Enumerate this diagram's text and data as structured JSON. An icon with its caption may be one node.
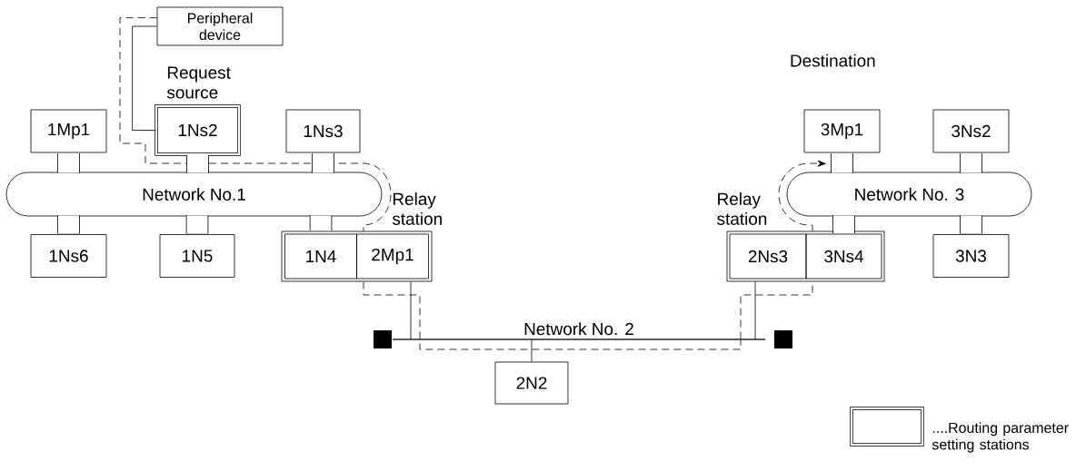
{
  "diagram": {
    "nodes": [
      {
        "text": [
          "Peripheral device"
        ]
      },
      {
        "text": [
          "Network No.1"
        ]
      },
      {
        "text": [
          "1Mp1"
        ]
      },
      {
        "text": [
          "1Ns2"
        ],
        "beside": [
          "Request source"
        ]
      },
      {
        "text": [
          "1Ns3"
        ]
      },
      {
        "text": [
          "1Ns6"
        ]
      },
      {
        "text": [
          "1N5"
        ]
      },
      {
        "text": [],
        "shape": "box",
        "beside": [
          "Relay station"
        ]
      },
      {
        "text": [
          "1N4"
        ],
        "in": 7
      },
      {
        "text": [
          "2Mp1"
        ],
        "in": 7
      },
      {
        "text": [
          "Network No. 2"
        ]
      },
      {
        "text": [
          "2N2"
        ]
      },
      {
        "text": [],
        "shape": "box",
        "beside": [
          "Relay station"
        ]
      },
      {
        "text": [
          "2Ns3"
        ],
        "in": 12
      },
      {
        "text": [
          "3Ns4"
        ],
        "in": 12
      },
      {
        "text": [
          "3Mp1"
        ],
        "beside": [
          "Destination"
        ]
      },
      {
        "text": [
          "3Ns2"
        ]
      },
      {
        "text": [
          "Network No. 3"
        ]
      },
      {
        "text": [
          "3N3"
        ]
      }
    ],
    "edges": [
      {
        "from": 0,
        "to": 3,
        "arrow": "none"
      },
      {
        "from": 0,
        "to": 7,
        "arrow": "none",
        "style": "dashed"
      },
      {
        "from": 7,
        "to": 10,
        "arrow": "none",
        "style": "dashed"
      },
      {
        "from": 10,
        "to": 12,
        "arrow": "none",
        "style": "dashed"
      },
      {
        "from": 12,
        "to": 15,
        "arrow": "to",
        "style": "dashed"
      },
      {
        "from": 2,
        "to": 1,
        "arrow": "none"
      },
      {
        "from": 3,
        "to": 1,
        "arrow": "none"
      },
      {
        "from": 4,
        "to": 1,
        "arrow": "none"
      },
      {
        "from": 5,
        "to": 1,
        "arrow": "none"
      },
      {
        "from": 6,
        "to": 1,
        "arrow": "none"
      },
      {
        "from": 8,
        "to": 1,
        "arrow": "none"
      },
      {
        "from": 9,
        "to": 10,
        "arrow": "none"
      },
      {
        "from": 10,
        "to": 11,
        "arrow": "none"
      },
      {
        "from": 13,
        "to": 10,
        "arrow": "none"
      },
      {
        "from": 14,
        "to": 17,
        "arrow": "none"
      },
      {
        "from": 15,
        "to": 17,
        "arrow": "none"
      },
      {
        "from": 16,
        "to": 17,
        "arrow": "none"
      },
      {
        "from": 18,
        "to": 17,
        "arrow": "none"
      }
    ],
    "legend": [
      {
        "text": "....Routing parameter setting stations"
      }
    ]
  }
}
